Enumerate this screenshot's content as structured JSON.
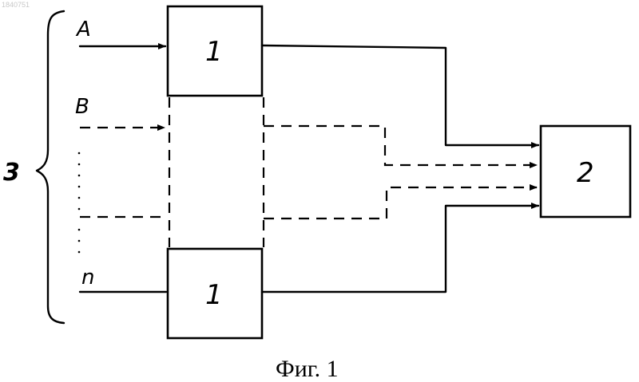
{
  "watermark": "1840751",
  "brace_label": "3",
  "inputs": {
    "a": "A",
    "b": "B",
    "n": "n"
  },
  "blocks": {
    "top": "1",
    "bottom": "1",
    "combiner": "2"
  },
  "caption": "Фиг. 1"
}
